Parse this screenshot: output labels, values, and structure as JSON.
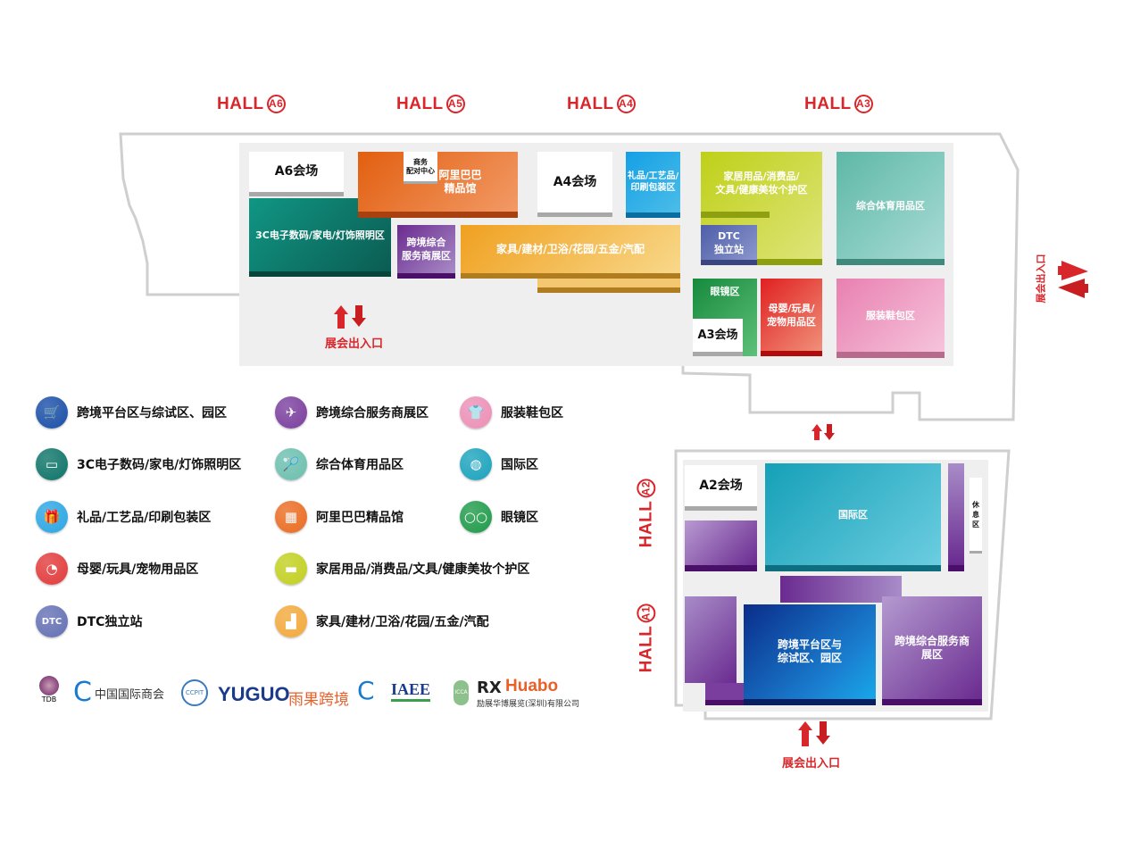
{
  "halls": {
    "a6": {
      "label": "HALL",
      "num": "A6"
    },
    "a5": {
      "label": "HALL",
      "num": "A5"
    },
    "a4": {
      "label": "HALL",
      "num": "A4"
    },
    "a3": {
      "label": "HALL",
      "num": "A3"
    },
    "a2": {
      "label": "HALL",
      "num": "A2"
    },
    "a1": {
      "label": "HALL",
      "num": "A1"
    }
  },
  "upper_zones": {
    "a6_venue": "A6会场",
    "electronics": "3C电子数码/家电/灯饰照明区",
    "business_matching": "商务\n配对中心",
    "alibaba": "阿里巴巴\n精品馆",
    "crossborder_service": "跨境综合\n服务商展区",
    "furniture": "家具/建材/卫浴/花园/五金/汽配",
    "a4_venue": "A4会场",
    "gifts": "礼品/工艺品/\n印刷包装区",
    "home": "家居用品/消费品/\n文具/健康美妆个护区",
    "dtc": "DTC\n独立站",
    "sports": "综合体育用品区",
    "eyewear": "眼镜区",
    "a3_venue": "A3会场",
    "baby": "母婴/玩具/\n宠物用品区",
    "apparel": "服装鞋包区"
  },
  "lower_zones": {
    "a2_venue": "A2会场",
    "international": "国际区",
    "rest": "休\n息\n区",
    "crossborder_platform": "跨境平台区与\n综试区、园区",
    "crossborder_service": "跨境综合服务商\n展区"
  },
  "entrance_label": "展会出入口",
  "legend": [
    {
      "label": "跨境平台区与综试区、园区",
      "icon": "cart-icon",
      "color": "#1a4fa8",
      "glyph": "🛒"
    },
    {
      "label": "跨境综合服务商展区",
      "icon": "airplane-icon",
      "color": "#7b3f9e",
      "glyph": "✈"
    },
    {
      "label": "服装鞋包区",
      "icon": "shirt-icon",
      "color": "#ec8fb6",
      "glyph": "👕"
    },
    {
      "label": "3C电子数码/家电/灯饰照明区",
      "icon": "monitor-icon",
      "color": "#0e7468",
      "glyph": "▭"
    },
    {
      "label": "综合体育用品区",
      "icon": "shuttlecock-icon",
      "color": "#6cbfae",
      "glyph": "🏸"
    },
    {
      "label": "国际区",
      "icon": "globe-icon",
      "color": "#1ba3bd",
      "glyph": "◍"
    },
    {
      "label": "礼品/工艺品/印刷包装区",
      "icon": "gift-icon",
      "color": "#2ca6e3",
      "glyph": "🎁"
    },
    {
      "label": "阿里巴巴精品馆",
      "icon": "shop-icon",
      "color": "#ea6c22",
      "glyph": "▦"
    },
    {
      "label": "眼镜区",
      "icon": "glasses-icon",
      "color": "#1f9b4a",
      "glyph": "○○"
    },
    {
      "label": "母婴/玩具/宠物用品区",
      "icon": "stroller-icon",
      "color": "#e23b3b",
      "glyph": "◔"
    },
    {
      "label": "家居用品/消费品/文具/健康美妆个护区",
      "icon": "bed-icon",
      "color": "#c2d020",
      "glyph": "▬"
    },
    {
      "label": "DTC独立站",
      "icon": "dtc-icon",
      "color": "#6470b4",
      "glyph": "DTC"
    },
    {
      "label": "家具/建材/卫浴/花园/五金/汽配",
      "icon": "sofa-icon",
      "color": "#f2a93b",
      "glyph": "▟"
    }
  ],
  "logos": [
    "TDB",
    "中国国际商会",
    "CCPIT",
    "YUGUO",
    "雨果跨境",
    "IAEE",
    "ICCA",
    "RX",
    "Huabo",
    "励展华博展览(深圳)有限公司"
  ]
}
